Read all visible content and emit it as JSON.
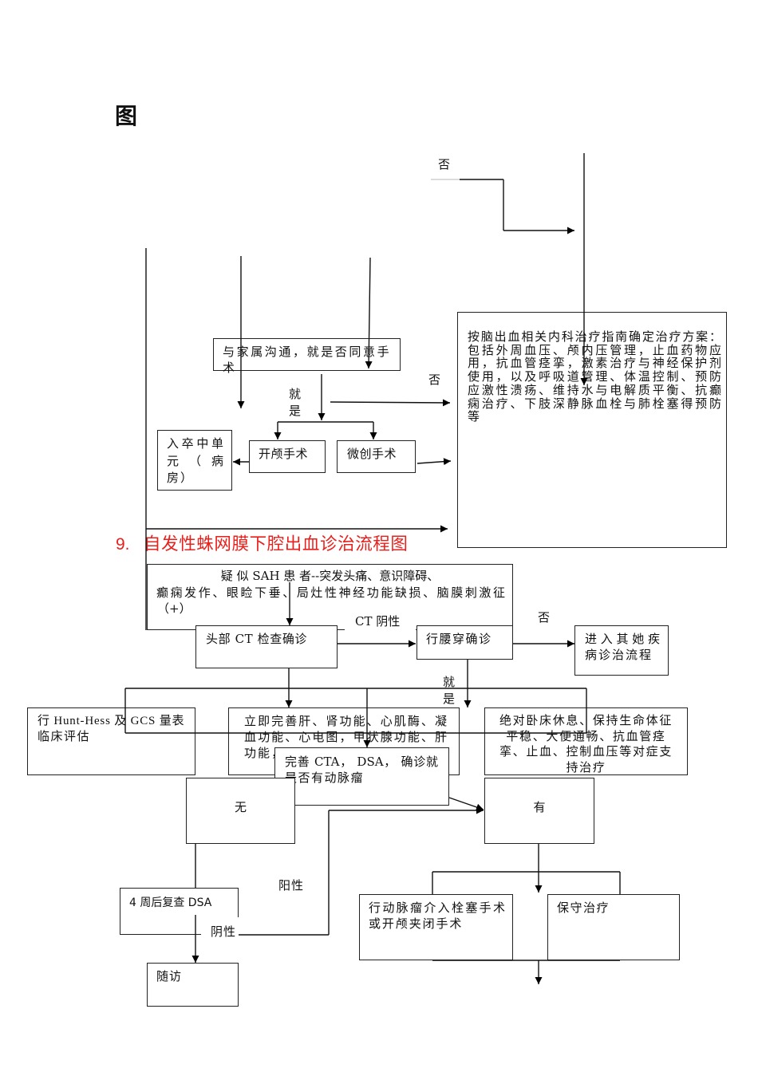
{
  "document": {
    "heading_char": "图",
    "section": {
      "number": "9.",
      "title": "自发性蛛网膜下腔出血诊治流程图",
      "title_color": "#e8201c"
    }
  },
  "ich_flow": {
    "label_no_top": "否",
    "label_no_surgery": "否",
    "label_yes_surgery": "就是",
    "family_consent_box": "与家属沟通，就是否同意手术",
    "craniotomy_box": "开颅手术",
    "minimally_invasive_box": "微创手术",
    "stroke_unit_box": "入卒中单元（病房）",
    "medical_treatment_box": {
      "lines": [
        "按脑出血相关内科治疗指南确定治疗方案：",
        "包括外周血压、颅内压管理，止血药物应",
        "用，抗血管痉挛，激素治疗与神经保护剂",
        "使用，以及呼吸道管理、体温控制、预防",
        "应激性溃疡、维持水与电解质平衡、抗癫",
        "痫治疗、下肢深静脉血栓与肺栓塞得预防",
        "等"
      ]
    }
  },
  "sah_flow": {
    "suspected_sah_box": {
      "lines": [
        "疑 似 SAH 患 者--突发头痛、意识障碍、",
        "癫痫发作、眼睑下垂、局灶性神经功能缺损、脑膜刺激征",
        "（+）"
      ]
    },
    "head_ct_box": "头部 CT 检查确诊",
    "label_ct_negative": "CT 阴性",
    "lumbar_puncture_box": "行腰穿确诊",
    "label_lp_no": "否",
    "label_lp_yes": "就是",
    "other_disease_box": {
      "lines": [
        "进入其她疾",
        "病诊治流程"
      ]
    },
    "hunt_hess_box": {
      "lines": [
        "行 Hunt-Hess 及 GCS 量表",
        "临床评估"
      ]
    },
    "lab_tests_box": {
      "lines": [
        "立即完善肝、肾功能、心肌酶、凝",
        "血功能、心电图，甲状腺功能、肝",
        "功能，"
      ]
    },
    "supportive_care_box": {
      "lines": [
        "绝对卧床休息、保持生命体征",
        "平稳、大便通畅、抗血管痉",
        "挛、止血、控制血压等对症支",
        "持治疗"
      ]
    },
    "cta_dsa_box": {
      "lines": [
        "完善 CTA， DSA， 确诊就",
        "是否有动脉瘤"
      ]
    },
    "no_aneurysm_box": "无",
    "aneurysm_box": "有",
    "label_positive": "阳性",
    "recheck_dsa_box": "4 周后复查 DSA",
    "label_negative": "阴性",
    "follow_up_box": "随访",
    "intervention_box": {
      "lines": [
        "行动脉瘤介入栓塞手术",
        "或开颅夹闭手术"
      ]
    },
    "conservative_box": "保守治疗"
  }
}
